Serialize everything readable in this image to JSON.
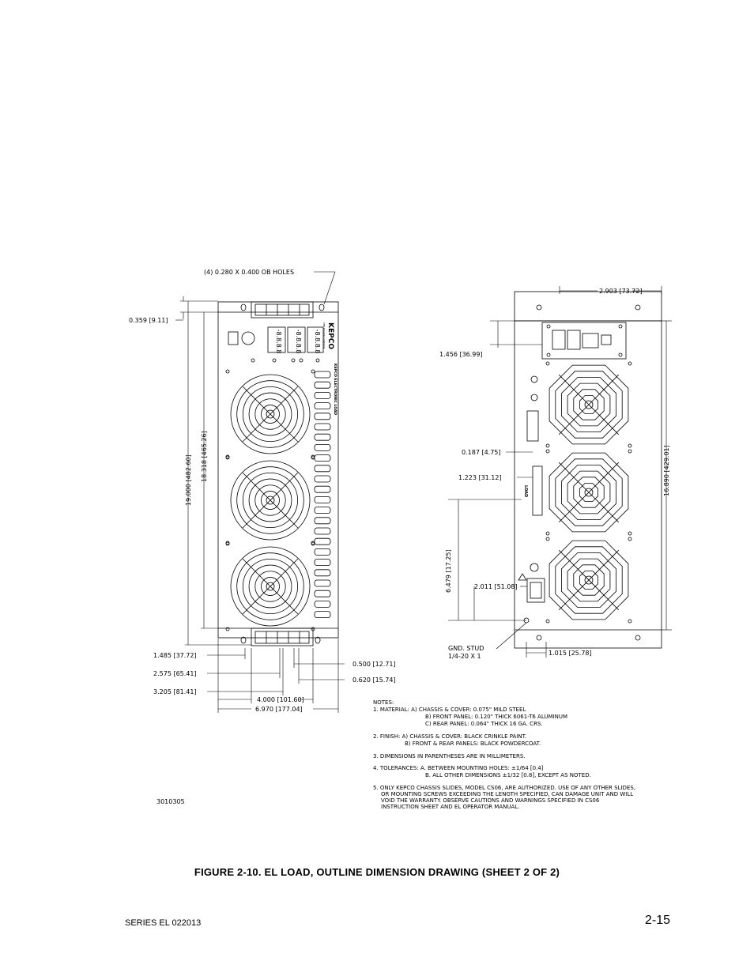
{
  "figure": {
    "caption": "FIGURE 2-10.    EL LOAD, OUTLINE DIMENSION DRAWING (SHEET 2 OF 2)",
    "drawing_number": "3010305"
  },
  "footer": {
    "series": "SERIES EL 022013",
    "page_number": "2-15"
  },
  "front_panel": {
    "brand": "KEPCO",
    "tagline": "THE POWER SUPPLIER",
    "product": "KEPCO ELECTRONIC LOAD",
    "dims": {
      "holes": "(4) 0.280 X 0.400 OB HOLES",
      "top_offset": "0.359 [9.11]",
      "height_total": "19.000 [482.60]",
      "height_inner": "18.318 [465.26]",
      "d1": "1.485 [37.72]",
      "d2": "2.575 [65.41]",
      "d3": "3.205 [81.41]",
      "d4": "0.500 [12.71]",
      "d5": "0.620 [15.74]",
      "d6": "4.000 [101.60]",
      "d7": "6.970 [177.04]"
    }
  },
  "rear_panel": {
    "load_label": "LOAD",
    "dims": {
      "top_width": "2.903 [73.72]",
      "top_offset": "1.456 [36.99]",
      "d187": "0.187 [4.75]",
      "d1223": "1.223 [31.12]",
      "height": "16.890 [429.01]",
      "d6479": "6.479 [17.25]",
      "d2011": "2.011 [51.08]",
      "gnd1": "GND. STUD",
      "gnd2": "1/4-20 X 1",
      "bottom": "1.015 [25.78]"
    }
  },
  "notes": {
    "title": "NOTES:",
    "lines": [
      "1. MATERIAL: A) CHASSIS & COVER: 0.075\" MILD STEEL",
      "B) FRONT PANEL: 0.120\" THICK 6061-T6 ALUMINUM",
      "C) REAR PANEL: 0.064\" THICK 16 GA. CRS.",
      "2. FINISH: A) CHASSIS & COVER: BLACK CRINKLE PAINT.",
      "B) FRONT & REAR PANELS: BLACK POWDERCOAT.",
      "3. DIMENSIONS IN PARENTHESES ARE IN MILLIMETERS.",
      "4. TOLERANCES: A. BETWEEN MOUNTING HOLES: ±1/64 [0.4]",
      "B. ALL OTHER DIMENSIONS ±1/32 [0.8], EXCEPT AS NOTED.",
      "5. ONLY KEPCO CHASSIS SLIDES, MODEL CS06, ARE AUTHORIZED. USE OF ANY OTHER SLIDES,",
      "OR MOUNTING SCREWS EXCEEDING THE LENGTH SPECIFIED, CAN DAMAGE UNIT AND WILL",
      "VOID THE WARRANTY. OBSERVE CAUTIONS AND WARNINGS SPECIFIED IN CS06",
      "INSTRUCTION SHEET AND EL OPERATOR MANUAL."
    ]
  }
}
